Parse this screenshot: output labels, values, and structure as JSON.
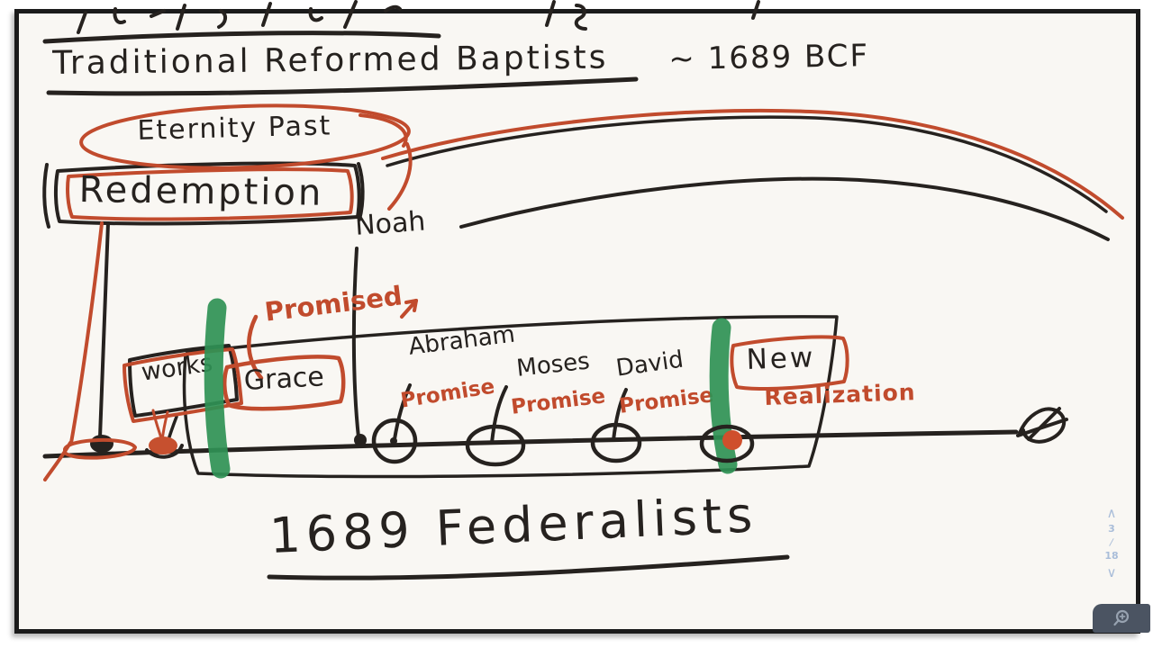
{
  "whiteboard": {
    "header": {
      "title_main": "Traditional Reformed Baptists",
      "title_suffix": "~ 1689 BCF"
    },
    "concepts": {
      "eternity_past": "Eternity Past",
      "redemption": "Redemption",
      "noah": "Noah",
      "works": "works",
      "promised": "Promised",
      "grace": "Grace",
      "new_covenant": "New",
      "realization": "Realization"
    },
    "timeline_figures": [
      {
        "name": "Abraham",
        "note": "Promise"
      },
      {
        "name": "Moses",
        "note": "Promise"
      },
      {
        "name": "David",
        "note": "Promise"
      }
    ],
    "footer_title": "1689 Federalists",
    "ink_colors": {
      "black": "#26221f",
      "red": "#c14b2d",
      "green": "#2f9155"
    }
  },
  "pager": {
    "up_glyph": "∧",
    "current": "3",
    "separator": "/",
    "total": "18",
    "down_glyph": "∨"
  },
  "controls": {
    "zoom_icon_name": "magnifier-plus"
  }
}
